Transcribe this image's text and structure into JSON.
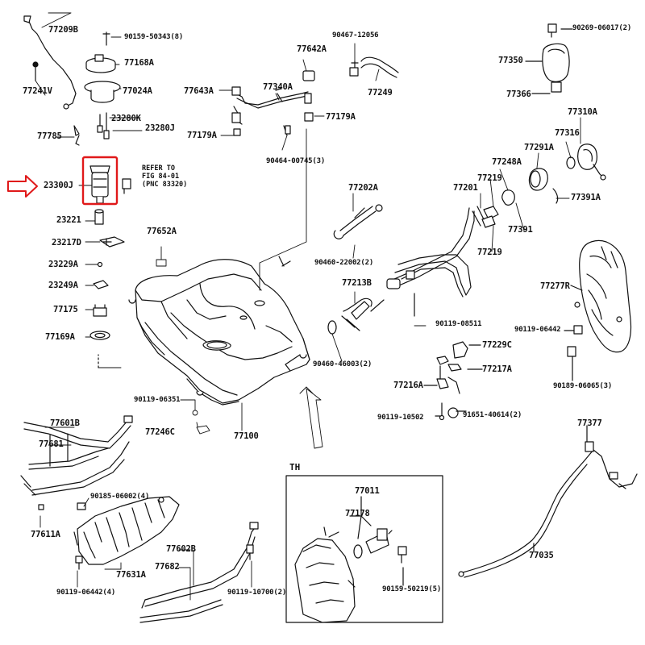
{
  "diagram": {
    "highlight_color": "#e0191a",
    "line_color": "#111111",
    "highlighted_part": "23300J",
    "refer_note": [
      "REFER TO",
      "FIG 84-01",
      "(PNC 83320)"
    ],
    "inset_label": "TH",
    "parts": {
      "p77209B": "77209B",
      "p90159_50343": "90159-50343(8)",
      "p77168A": "77168A",
      "p77024A": "77024A",
      "p77241V": "77241V",
      "p23280K": "23280K",
      "p23280J": "23280J",
      "p77785": "77785",
      "p23300J": "23300J",
      "p23221": "23221",
      "p23217D": "23217D",
      "p23229A": "23229A",
      "p23249A": "23249A",
      "p77175": "77175",
      "p77169A": "77169A",
      "p77652A": "77652A",
      "p90467_12056": "90467-12056",
      "p77642A": "77642A",
      "p77643A": "77643A",
      "p77340A": "77340A",
      "p77249": "77249",
      "p77179A_l": "77179A",
      "p77179A_r": "77179A",
      "p90464_00745": "90464-00745(3)",
      "p90269_06017": "90269-06017(2)",
      "p77350": "77350",
      "p77366": "77366",
      "p77310A": "77310A",
      "p77316": "77316",
      "p77291A": "77291A",
      "p77248A": "77248A",
      "p77219_a": "77219",
      "p77201": "77201",
      "p77391A": "77391A",
      "p77391": "77391",
      "p77219_b": "77219",
      "p77202A": "77202A",
      "p90460_22002": "90460-22002(2)",
      "p77213B": "77213B",
      "p90460_46003": "90460-46003(2)",
      "p90119_08511": "90119-08511",
      "p77277R": "77277R",
      "p90119_06442_r": "90119-06442",
      "p90189_06065": "90189-06065(3)",
      "p77229C": "77229C",
      "p77217A": "77217A",
      "p77216A": "77216A",
      "p90119_10502": "90119-10502",
      "p91651_40614": "91651-40614(2)",
      "p90119_06351": "90119-06351",
      "p77246C": "77246C",
      "p77100": "77100",
      "p77601B": "77601B",
      "p77681": "77681",
      "p90185_06002": "90185-06002(4)",
      "p77611A": "77611A",
      "p77631A": "77631A",
      "p90119_06442_l": "90119-06442(4)",
      "p77602B": "77602B",
      "p77682": "77682",
      "p90119_10700": "90119-10700(2)",
      "p77011": "77011",
      "p77178": "77178",
      "p90159_50219": "90159-50219(5)",
      "p77377": "77377",
      "p77035": "77035"
    }
  }
}
